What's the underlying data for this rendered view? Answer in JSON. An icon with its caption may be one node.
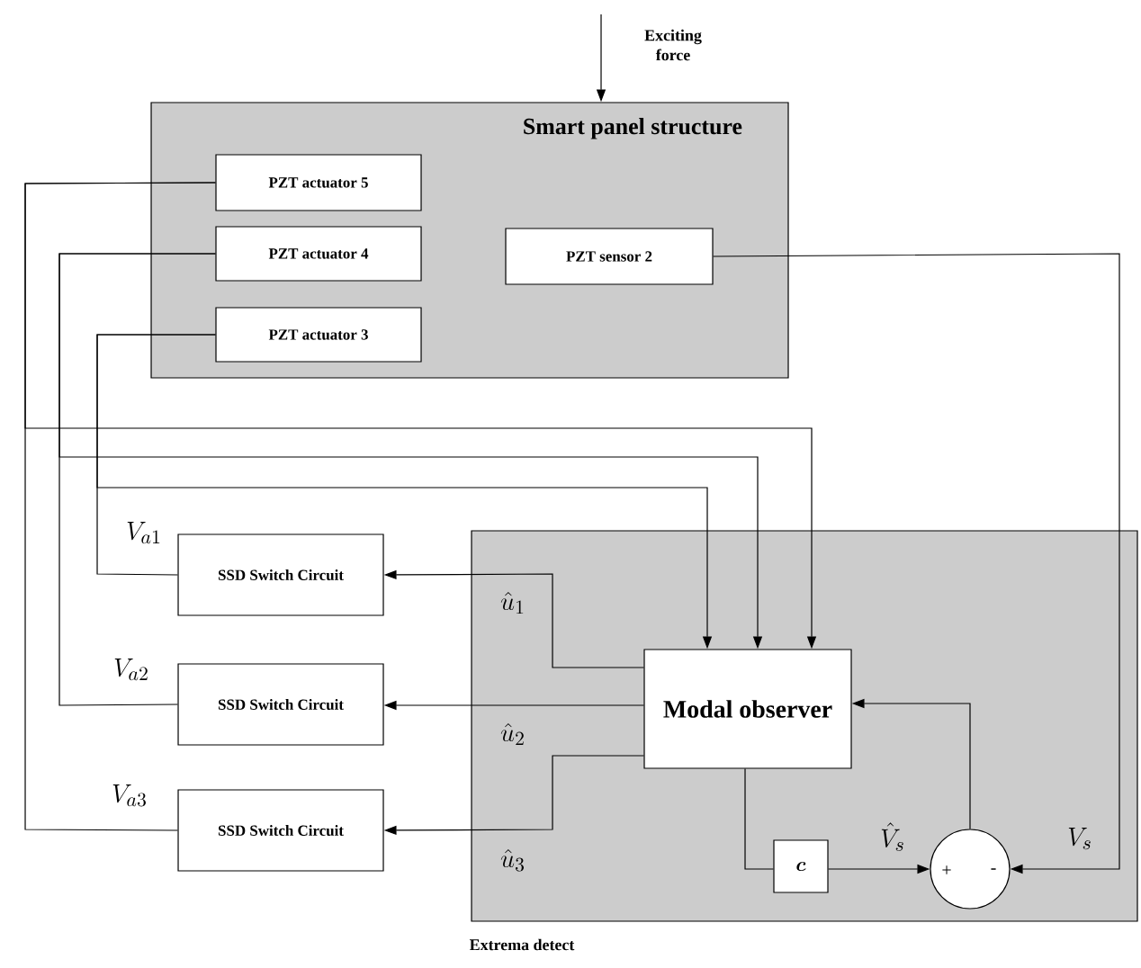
{
  "diagram": {
    "nodes": [
      {
        "text": [
          "Smart panel structure"
        ]
      },
      {
        "text": [
          "PZT actuator 5"
        ],
        "in": 0
      },
      {
        "text": [
          "PZT actuator 4"
        ],
        "in": 0
      },
      {
        "text": [
          "PZT actuator 3"
        ],
        "in": 0
      },
      {
        "text": [
          "PZT sensor 2"
        ],
        "in": 0
      },
      {
        "text": [],
        "shape": "box"
      },
      {
        "text": [
          "SSD Switch Circuit"
        ]
      },
      {
        "text": [
          "SSD Switch Circuit"
        ]
      },
      {
        "text": [
          "SSD Switch Circuit"
        ]
      },
      {
        "text": [
          "Modal observer"
        ],
        "in": 5
      },
      {
        "text": [
          "\\boldsymbol{c}"
        ],
        "in": 5
      },
      {
        "text": [
          "+",
          "-"
        ],
        "in": 5
      }
    ],
    "edges": [
      {
        "from": null,
        "to": 0,
        "arrow": "to",
        "label": "Exciting force"
      },
      {
        "from": 6,
        "to": 3,
        "arrow": "none",
        "label": "V_{a1}"
      },
      {
        "from": 7,
        "to": 2,
        "arrow": "none",
        "label": "V_{a2}"
      },
      {
        "from": 8,
        "to": 1,
        "arrow": "none",
        "label": "V_{a3}"
      },
      {
        "from": 3,
        "to": 9,
        "arrow": "to"
      },
      {
        "from": 2,
        "to": 9,
        "arrow": "to"
      },
      {
        "from": 1,
        "to": 9,
        "arrow": "to"
      },
      {
        "from": 9,
        "to": 6,
        "arrow": "to",
        "label": "\\hat{u}_1"
      },
      {
        "from": 9,
        "to": 7,
        "arrow": "to",
        "label": "\\hat{u}_2"
      },
      {
        "from": 9,
        "to": 8,
        "arrow": "to",
        "label": "\\hat{u}_3"
      },
      {
        "from": 9,
        "to": 10,
        "arrow": "none"
      },
      {
        "from": 10,
        "to": 11,
        "arrow": "to",
        "label": "\\hat{V}_s"
      },
      {
        "from": 11,
        "to": 9,
        "arrow": "to"
      },
      {
        "from": 4,
        "to": 11,
        "arrow": "to",
        "label": "V_s"
      }
    ],
    "labels": [
      "Extrema detect"
    ]
  }
}
